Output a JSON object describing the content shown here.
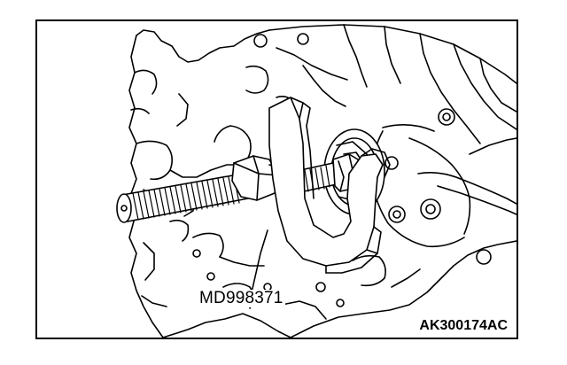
{
  "figure": {
    "part_number": "MD998371",
    "figure_id": "AK300174AC"
  },
  "colors": {
    "ink": "#000000",
    "paper": "#ffffff"
  },
  "elements": {
    "tool": "special-tool-puller",
    "housing": "engine-housing-outline"
  }
}
